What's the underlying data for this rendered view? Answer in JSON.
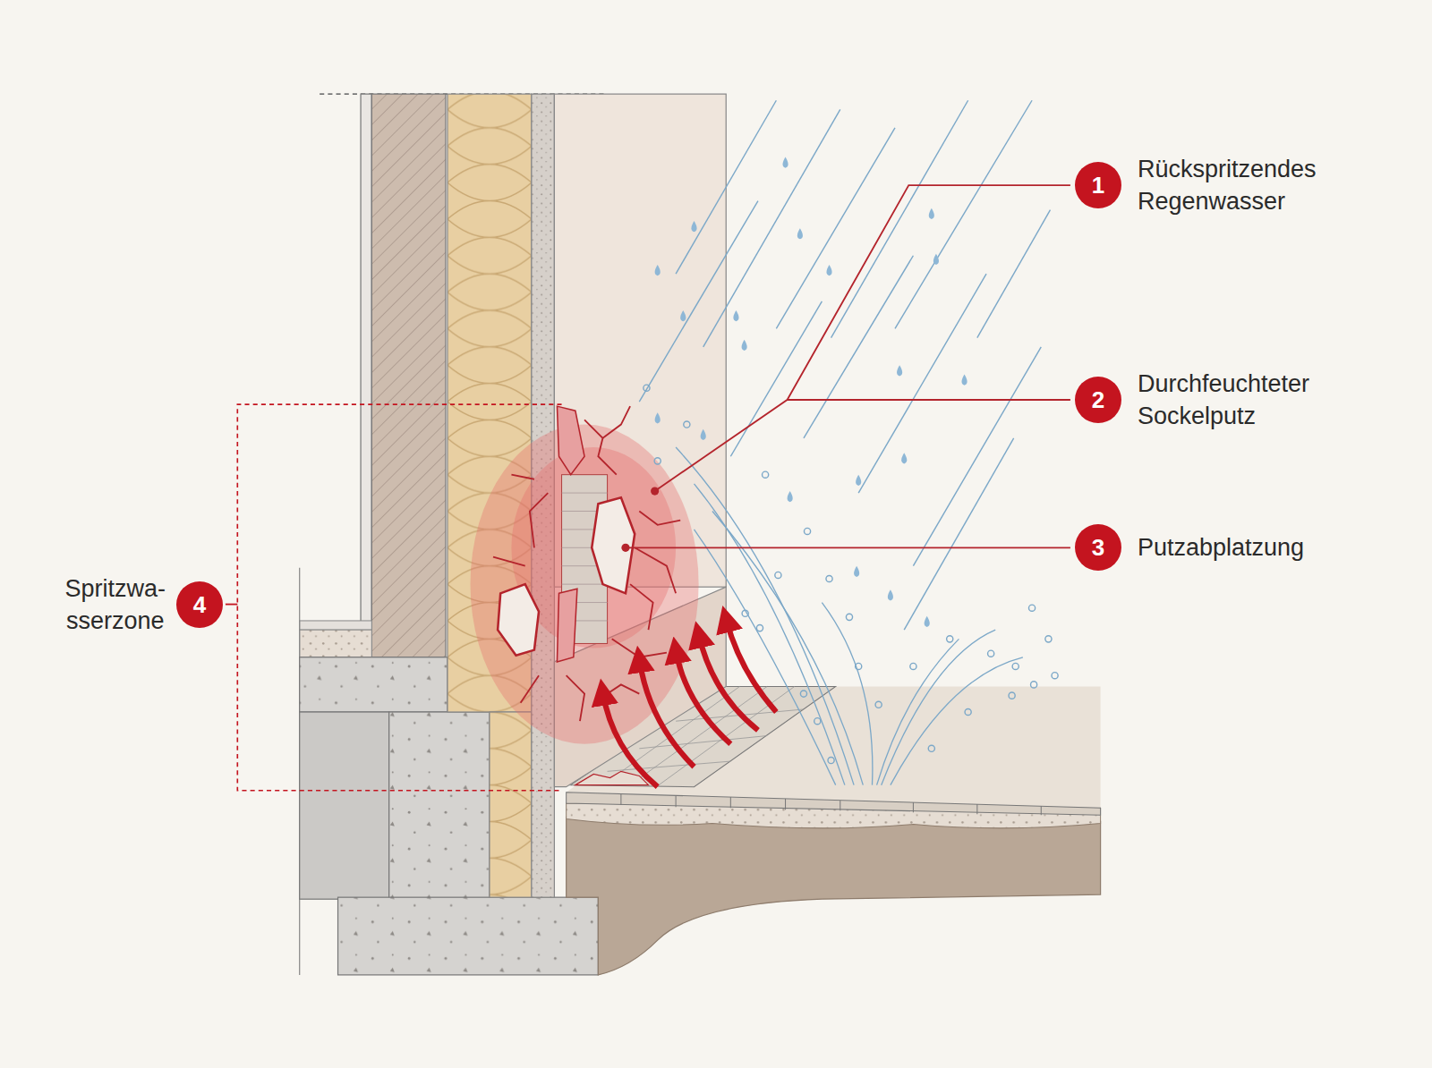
{
  "diagram": {
    "nodes": [
      {
        "text": [
          "1",
          "Rückspritzendes Regenwasser"
        ]
      },
      {
        "text": [
          "2",
          "Durchfeuchteter Sockelputz"
        ]
      },
      {
        "text": [
          "3",
          "Putzabplatzung"
        ]
      },
      {
        "text": [
          "4",
          "Spritzwa- sserzone"
        ]
      }
    ]
  }
}
